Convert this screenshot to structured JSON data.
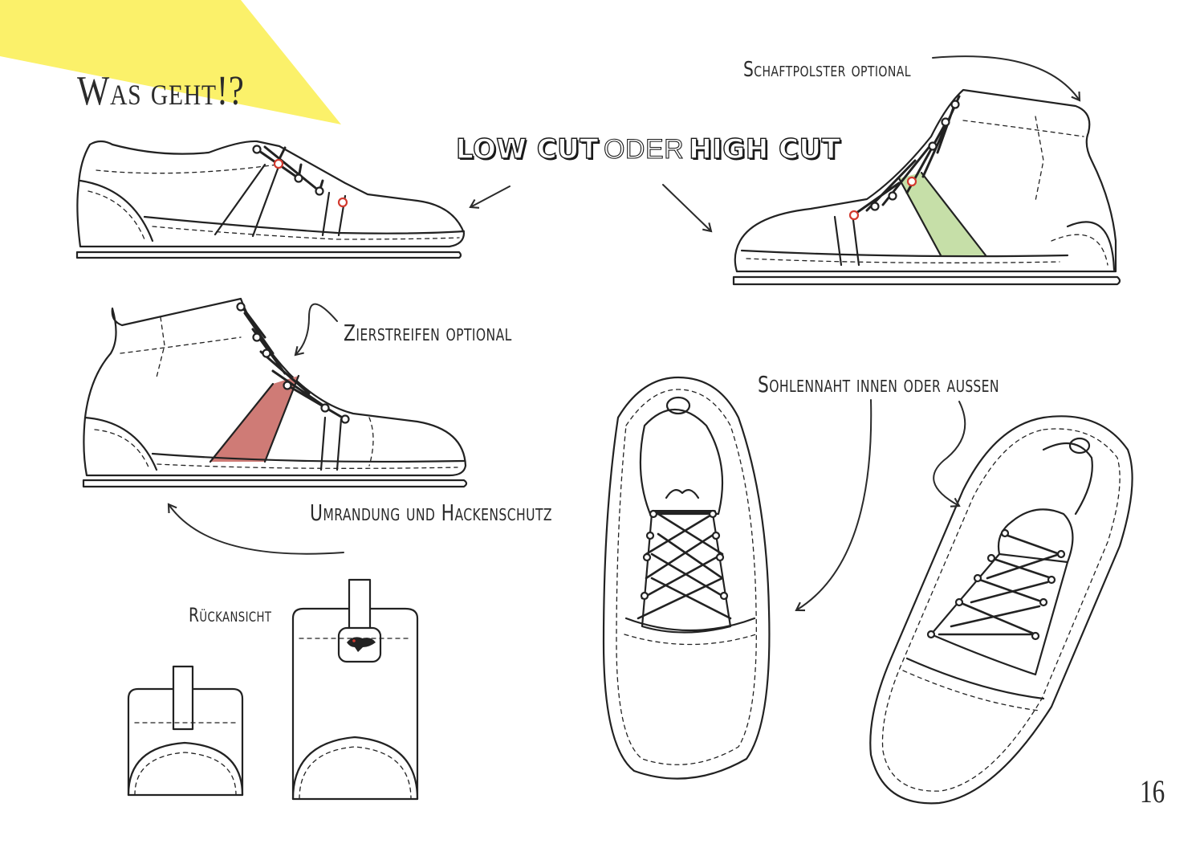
{
  "page": {
    "title": "Was geht!?",
    "page_number": "16",
    "accent_color": "#fbf05a",
    "stripe_red": "#cf7b76",
    "stripe_green": "#c6dfa8"
  },
  "headline": {
    "low_cut": "LOW CUT",
    "oder": "ODER",
    "high_cut": "HIGH CUT"
  },
  "labels": {
    "schaftpolster": "Schaftpolster optional",
    "zierstreifen": "Zierstreifen optional",
    "sohlennaht": "Sohlennaht innen oder außen",
    "umrandung": "Umrandung und Hackenschutz",
    "rueckansicht": "Rückansicht"
  },
  "illustrations": [
    {
      "name": "low-cut-side",
      "icon": "sneaker-low-side-icon"
    },
    {
      "name": "high-cut-side-green",
      "icon": "sneaker-high-side-icon"
    },
    {
      "name": "high-cut-side-red",
      "icon": "sneaker-high-side-icon"
    },
    {
      "name": "top-view-straight",
      "icon": "sneaker-top-view-icon"
    },
    {
      "name": "top-view-angled",
      "icon": "sneaker-top-view-icon"
    },
    {
      "name": "back-view-low",
      "icon": "heel-back-view-icon"
    },
    {
      "name": "back-view-high",
      "icon": "heel-back-view-icon"
    }
  ]
}
